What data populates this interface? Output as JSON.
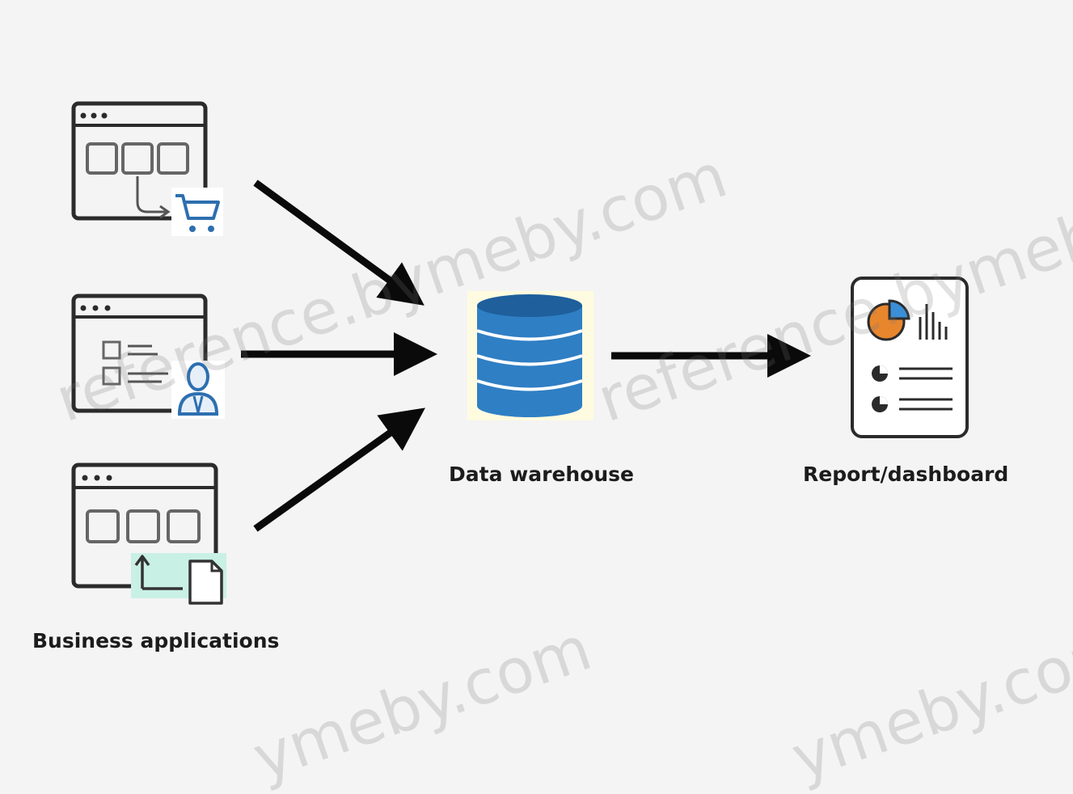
{
  "labels": {
    "sources": "Business applications",
    "warehouse": "Data warehouse",
    "report": "Report/dashboard"
  },
  "watermark": {
    "text_full": "reference.bymeby.com",
    "text_fragment": "ymeby.com"
  },
  "colors": {
    "stroke": "#2b2b2b",
    "arrow": "#0a0a0a",
    "db_fill": "#2f7fc4",
    "db_dark": "#1e5f9c",
    "cart": "#2d6fb0",
    "user": "#2d6fb0",
    "doc_highlight": "#c9f0e4",
    "pie_orange": "#e8862e",
    "pie_blue": "#3a8fd6"
  },
  "icons": [
    "cart-icon",
    "user-icon",
    "document-icon",
    "database-icon",
    "report-icon"
  ]
}
